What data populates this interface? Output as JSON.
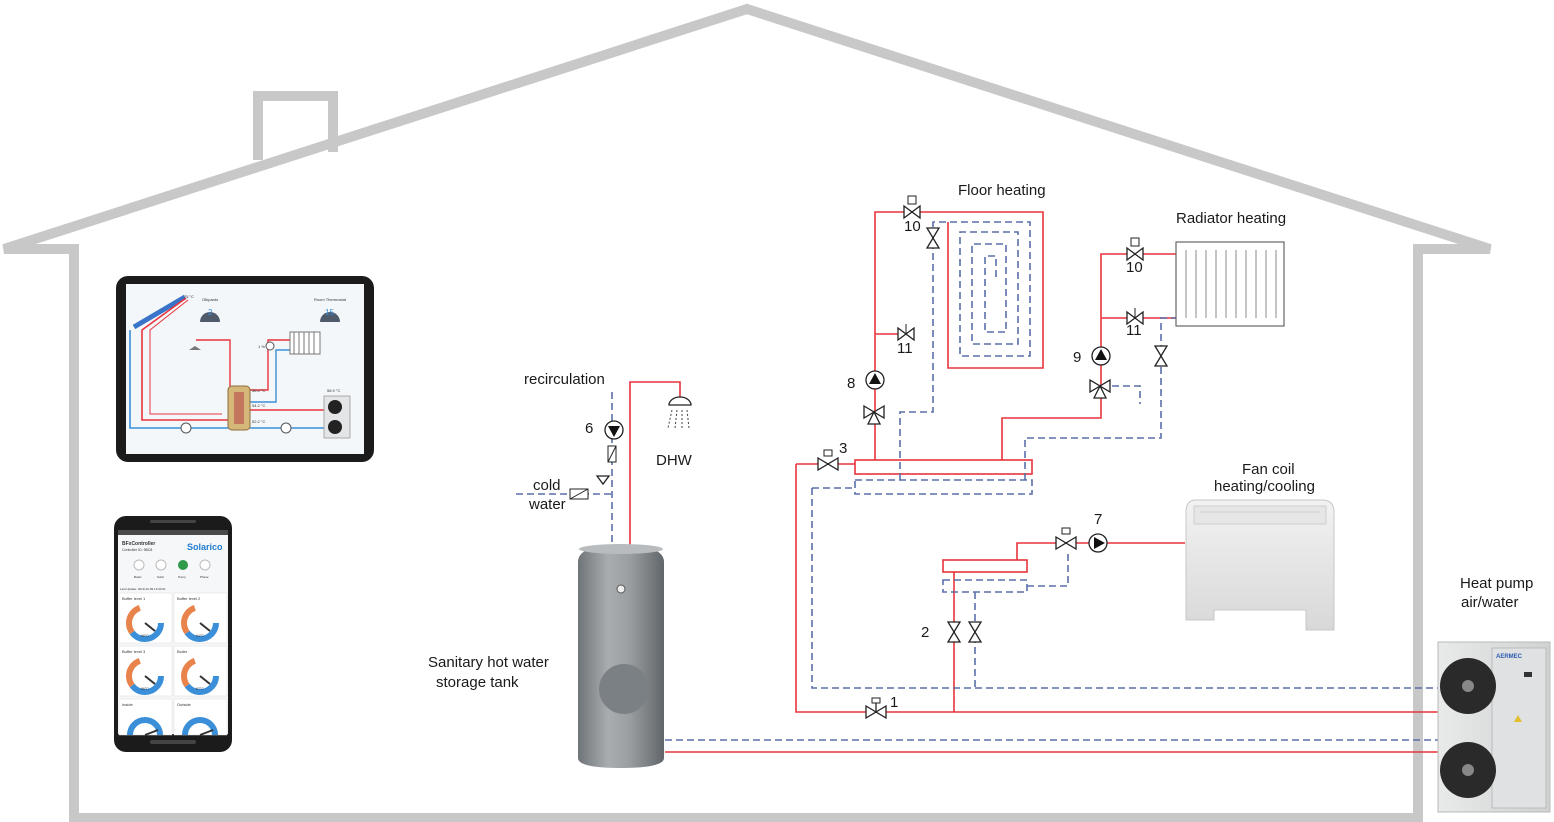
{
  "labels": {
    "recirculation": "recirculation",
    "cold": "cold",
    "water": "water",
    "dhw": "DHW",
    "tank_line1": "Sanitary hot water",
    "tank_line2": "storage tank",
    "floor_heating": "Floor heating",
    "radiator_heating": "Radiator heating",
    "fan_coil_line1": "Fan coil",
    "fan_coil_line2": "heating/cooling",
    "heat_pump_line1": "Heat pump",
    "heat_pump_line2": "air/water",
    "heat_pump_brand": "AERMEC"
  },
  "numbers": {
    "valve_1": "1",
    "valve_2": "2",
    "valve_3": "3",
    "pump_6": "6",
    "pump_7": "7",
    "pump_8": "8",
    "pump_9": "9",
    "valve_10_floor": "10",
    "valve_10_radiator": "10",
    "valve_11_floor": "11",
    "valve_11_radiator": "11"
  },
  "tablet": {
    "label_left": "Ofkpanto",
    "value_left": "2",
    "label_right": "Room Thermostat",
    "value_right": "15",
    "temp_top": "75 °C",
    "temp_1": "56.4 °C",
    "temp_2": "54.2 °C",
    "temp_3": "52.2 °C",
    "temp_hp": "58.9 °C",
    "pump_pct": "1 %"
  },
  "phone": {
    "app_title": "BFxController",
    "controller_id": "Controller ID: 9BC8",
    "brand": "Solarico",
    "toggles": [
      "Boiler",
      "Sol/2",
      "Pump",
      "Phase"
    ],
    "last_update": "Last Update: 2019-10-09 14:03:01",
    "gauges": [
      {
        "name": "Buffer level 1",
        "value": "66°C"
      },
      {
        "name": "Buffer level 2",
        "value": "64°C"
      },
      {
        "name": "Buffer level 3",
        "value": "66°C"
      },
      {
        "name": "Boiler",
        "value": "67°C"
      },
      {
        "name": "Inside",
        "value": ""
      },
      {
        "name": "Outside",
        "value": ""
      }
    ]
  },
  "colors": {
    "supply": "#e8343c",
    "return": "#5a6fa8",
    "house": "#c8c8c8",
    "tank": "#8a8f93"
  }
}
